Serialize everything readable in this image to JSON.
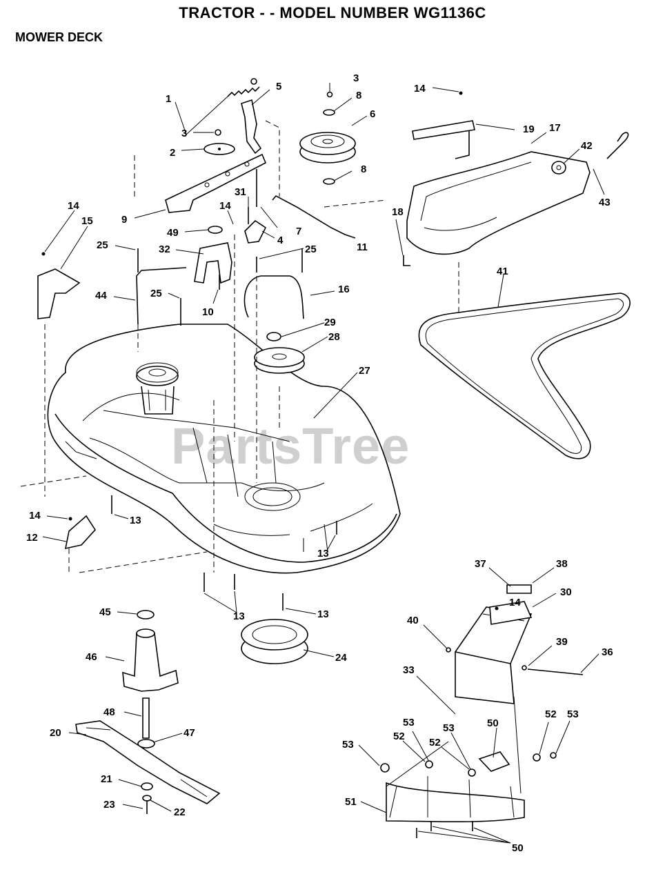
{
  "header": {
    "title": "TRACTOR - - MODEL NUMBER  WG1136C",
    "section": "MOWER DECK"
  },
  "watermark": "PartsTree",
  "callouts": {
    "c1": "1",
    "c2": "2",
    "c3a": "3",
    "c3b": "3",
    "c4": "4",
    "c5": "5",
    "c6": "6",
    "c7": "7",
    "c8a": "8",
    "c8b": "8",
    "c9": "9",
    "c10": "10",
    "c11": "11",
    "c12": "12",
    "c13a": "13",
    "c13b": "13",
    "c13c": "13",
    "c13d": "13",
    "c14a": "14",
    "c14b": "14",
    "c14c": "14",
    "c14d": "14",
    "c14e": "14",
    "c15": "15",
    "c16": "16",
    "c17": "17",
    "c18": "18",
    "c19": "19",
    "c20": "20",
    "c21": "21",
    "c22": "22",
    "c23": "23",
    "c24": "24",
    "c25a": "25",
    "c25b": "25",
    "c25c": "25",
    "c27": "27",
    "c28": "28",
    "c29": "29",
    "c30": "30",
    "c31": "31",
    "c32": "32",
    "c33": "33",
    "c36": "36",
    "c37": "37",
    "c38": "38",
    "c39": "39",
    "c40": "40",
    "c41": "41",
    "c42": "42",
    "c43": "43",
    "c44": "44",
    "c45": "45",
    "c46": "46",
    "c47": "47",
    "c48": "48",
    "c49": "49",
    "c50a": "50",
    "c50b": "50",
    "c51": "51",
    "c52a": "52",
    "c52b": "52",
    "c52c": "52",
    "c53a": "53",
    "c53b": "53",
    "c53c": "53",
    "c53d": "53"
  }
}
